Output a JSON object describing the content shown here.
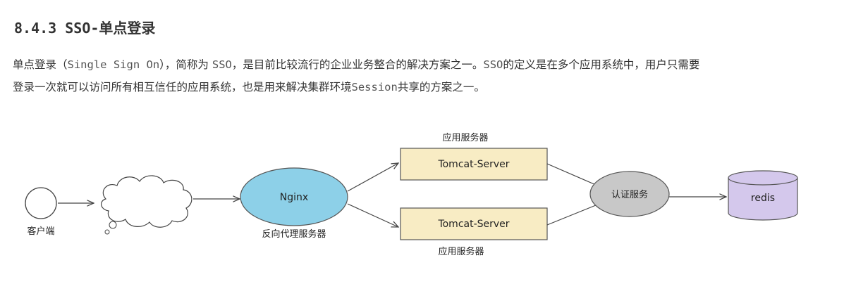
{
  "heading": {
    "number": "8.4.3 SSO-",
    "title": "单点登录"
  },
  "paragraph": {
    "line1_a": "单点登录（",
    "line1_mono1": "Single Sign On",
    "line1_b": "），简称为 ",
    "line1_mono2": "SSO",
    "line1_c": "，是目前比较流行的企业业务整合的解决方案之一。",
    "line1_mono3": "SSO",
    "line1_d": "的定义是在多个应用系统中，用户只需要",
    "line2_a": "登录一次就可以访问所有相互信任的应用系统，也是用来解决集群环境",
    "line2_mono": "Session",
    "line2_b": "共享的方案之一。"
  },
  "diagram": {
    "client_label": "客户端",
    "nginx_label": "Nginx",
    "nginx_caption": "反向代理服务器",
    "server_top_caption": "应用服务器",
    "server_top_label": "Tomcat-Server",
    "server_bottom_label": "Tomcat-Server",
    "server_bottom_caption": "应用服务器",
    "auth_label": "认证服务",
    "redis_label": "redis",
    "colors": {
      "nginx_fill": "#8dd0e8",
      "server_fill": "#f8ecc4",
      "auth_fill": "#c8c8c8",
      "redis_fill": "#d4c8ec"
    }
  }
}
